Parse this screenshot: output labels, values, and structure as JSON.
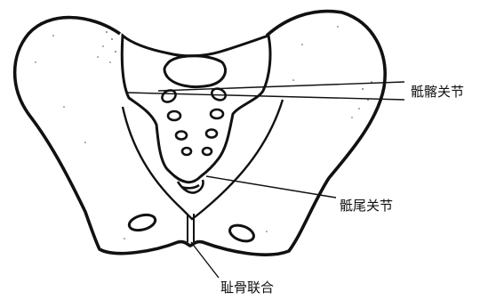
{
  "diagram": {
    "labels": {
      "sacroiliac_joint": "骶髂关节",
      "sacrococcygeal_joint": "骶尾关节",
      "pubic_symphysis": "耻骨联合"
    },
    "colors": {
      "ink": "#111111",
      "background": "#ffffff"
    }
  }
}
